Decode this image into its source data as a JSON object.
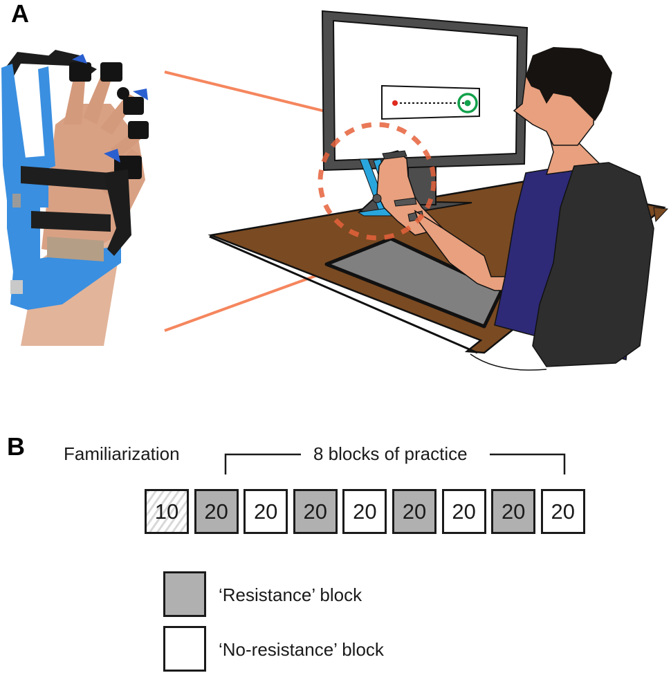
{
  "panels": {
    "a": {
      "label": "A",
      "photo": "hand-exoskeleton-photo",
      "illustration": "participant-at-desk-with-monitor",
      "screen_task": {
        "start_dot_color": "#e02a1e",
        "target_color": "#12a14b"
      },
      "colors": {
        "exoskeleton_blue": "#3a8fe0",
        "callout_line": "#f5865e",
        "desk": "#7a4a22",
        "tablet": "#808080",
        "shirt": "#2e2a78",
        "chair": "#2e2e2e",
        "skin": "#e8a07e",
        "hair": "#161310",
        "monitor_frame": "#4a4a4a"
      }
    },
    "b": {
      "label": "B",
      "familiarization_label": "Familiarization",
      "practice_label": "8 blocks of practice",
      "blocks": [
        {
          "trials": "10",
          "type": "familiarization"
        },
        {
          "trials": "20",
          "type": "resistance"
        },
        {
          "trials": "20",
          "type": "no-resistance"
        },
        {
          "trials": "20",
          "type": "resistance"
        },
        {
          "trials": "20",
          "type": "no-resistance"
        },
        {
          "trials": "20",
          "type": "resistance"
        },
        {
          "trials": "20",
          "type": "no-resistance"
        },
        {
          "trials": "20",
          "type": "resistance"
        },
        {
          "trials": "20",
          "type": "no-resistance"
        }
      ],
      "legend": [
        {
          "type": "resistance",
          "label": "‘Resistance’ block",
          "color": "#b0b0b0"
        },
        {
          "type": "no-resistance",
          "label": "‘No-resistance’ block",
          "color": "#ffffff"
        }
      ]
    }
  }
}
